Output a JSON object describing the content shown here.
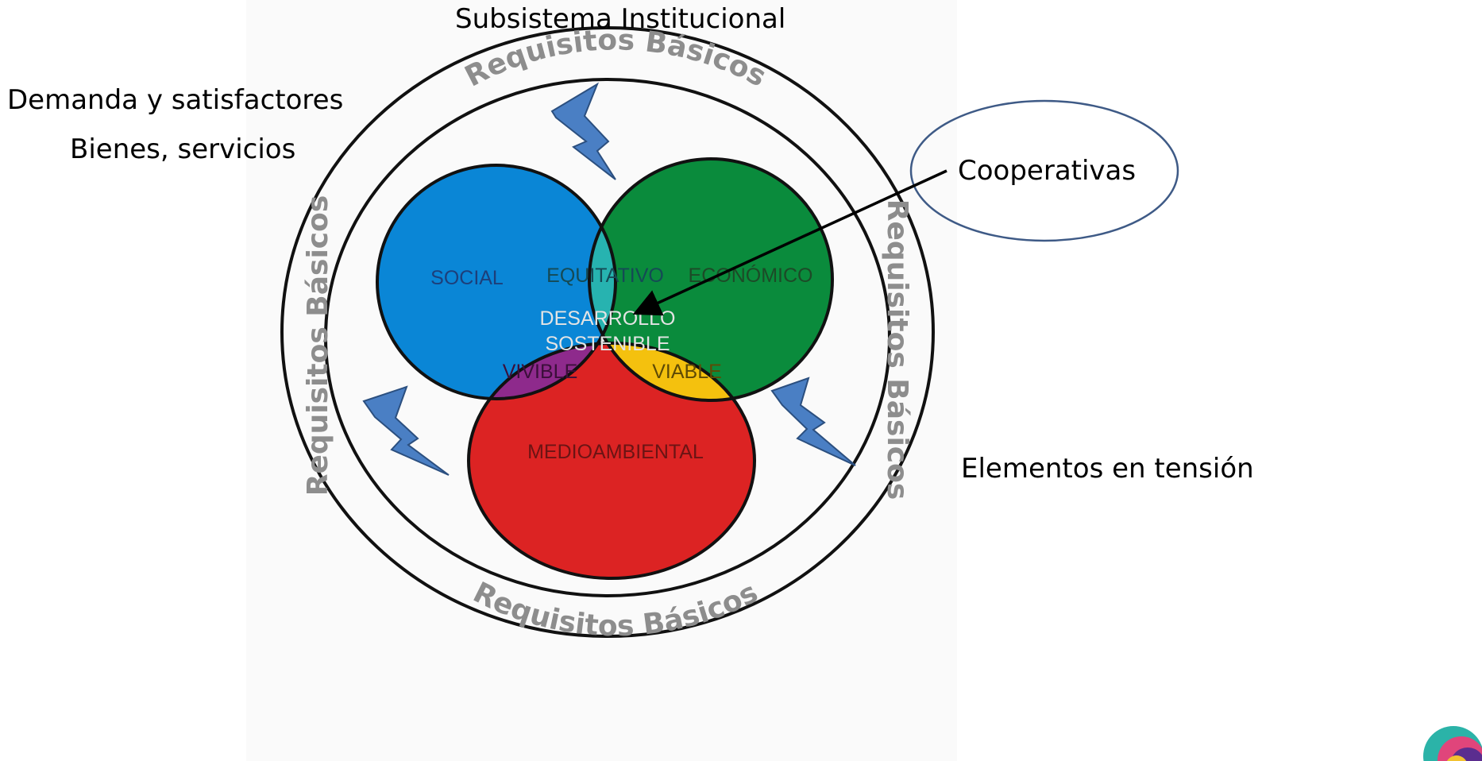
{
  "labels": {
    "institutional": "Subsistema Institucional",
    "demand": "Demanda y satisfactores",
    "goods": "Bienes, servicios",
    "cooperatives": "Cooperativas",
    "tension": "Elementos en tensión"
  },
  "ring": {
    "top": "Requisitos Básicos",
    "bottom": "Requisitos Básicos",
    "left": "Requisitos Básicos",
    "right": "Requisitos Básicos"
  },
  "venn": {
    "social": "SOCIAL",
    "economic": "ECONÓMICO",
    "environmental": "MEDIOAMBIENTAL",
    "equitable": "EQUITATIVO",
    "livable": "VIVIBLE",
    "viable": "VIABLE",
    "sustainable_line1": "DESARROLLO",
    "sustainable_line2": "SOSTENIBLE"
  },
  "colors": {
    "social": "#0a86d6",
    "economic": "#0a8b3c",
    "environmental": "#dc2323",
    "equitable": "#27b3b0",
    "livable": "#8e2a8c",
    "viable": "#f4c10e",
    "sustainable": "#7a7372",
    "bolt": "#4a7fc4",
    "callout_border": "#3e5a86"
  },
  "icons": [
    "lightning-bolt-icon",
    "arrow-icon"
  ]
}
